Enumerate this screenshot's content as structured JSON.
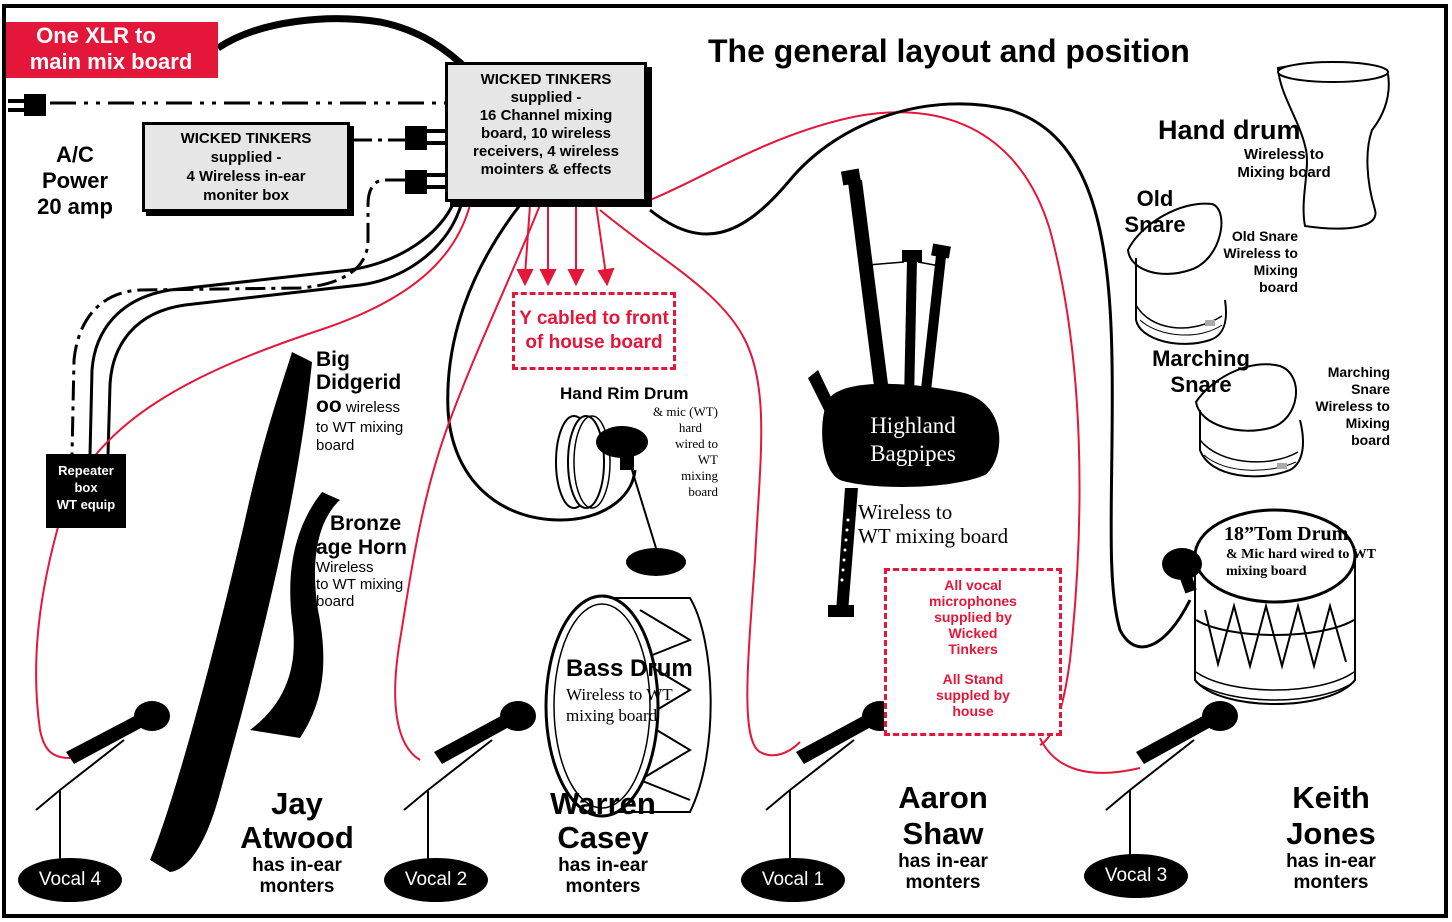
{
  "title": "The general layout and position",
  "xlr": {
    "line1": "One XLR to",
    "line2": "main mix board"
  },
  "power": {
    "l1": "A/C",
    "l2": "Power",
    "l3": "20 amp"
  },
  "monitor_box": {
    "l1": "WICKED TINKERS",
    "l2": "supplied -",
    "l3": "4 Wireless in-ear",
    "l4": "moniter box"
  },
  "mixer_box": {
    "l1": "WICKED TINKERS",
    "l2": "supplied -",
    "l3": "16 Channel mixing",
    "l4": "board, 10 wireless",
    "l5": "receivers, 4 wireless",
    "l6": "mointers & effects"
  },
  "repeater": {
    "l1": "Repeater",
    "l2": "box",
    "l3": "WT equip"
  },
  "y_cabled": {
    "l1": "Y cabled to front",
    "l2": "of house board"
  },
  "didgeridoo": {
    "l1": "Big",
    "l2": "Didgerid",
    "l3": "oo",
    "l3b": " wireless",
    "l4": "to WT mixing",
    "l5": "board"
  },
  "horn": {
    "l1": "Bronze",
    "l2": "age Horn",
    "l3": "Wireless",
    "l4": "to WT mixing",
    "l5": "board"
  },
  "rim_drum": {
    "title": "Hand Rim Drum",
    "l1": "& mic (WT)",
    "l2": "hard",
    "l3": "wired to",
    "l4": "WT",
    "l5": "mixing",
    "l6": "board"
  },
  "bass_drum": {
    "title": "Bass Drum",
    "l1": "Wireless to WT",
    "l2": "mixing board"
  },
  "bagpipes": {
    "l1": "Highland",
    "l2": "Bagpipes",
    "l3": "Wireless to",
    "l4": "WT mixing board"
  },
  "vocal_mics": {
    "l1": "All vocal",
    "l2": "microphones",
    "l3": "supplied by",
    "l4": "Wicked",
    "l5": "Tinkers",
    "l6": "All Stand",
    "l7": "suppled by",
    "l8": "house"
  },
  "hand_drum": {
    "title": "Hand drum",
    "l1": "Wireless to",
    "l2": "Mixing board"
  },
  "old_snare": {
    "title1": "Old",
    "title2": "Snare",
    "l1": "Old Snare",
    "l2": "Wireless to",
    "l3": "Mixing",
    "l4": "board"
  },
  "marching_snare": {
    "title1": "Marching",
    "title2": "Snare",
    "l1": "Marching",
    "l2": "Snare",
    "l3": "Wireless to",
    "l4": "Mixing",
    "l5": "board"
  },
  "tom_drum": {
    "title": "18”Tom Drum",
    "l1": "& Mic hard wired to WT",
    "l2": "mixing board"
  },
  "performers": [
    {
      "first": "Jay",
      "last": "Atwood",
      "n1": "has in-ear",
      "n2": "monters"
    },
    {
      "first": "Warren",
      "last": "Casey",
      "n1": "has in-ear",
      "n2": "monters"
    },
    {
      "first": "Aaron",
      "last": "Shaw",
      "n1": "has in-ear",
      "n2": "monters"
    },
    {
      "first": "Keith",
      "last": "Jones",
      "n1": "has in-ear",
      "n2": "monters"
    }
  ],
  "vocals": [
    "Vocal 4",
    "Vocal 2",
    "Vocal 1",
    "Vocal 3"
  ],
  "colors": {
    "accent_red": "#e4173a",
    "ink": "#000000",
    "box_fill": "#e6e6e6"
  }
}
